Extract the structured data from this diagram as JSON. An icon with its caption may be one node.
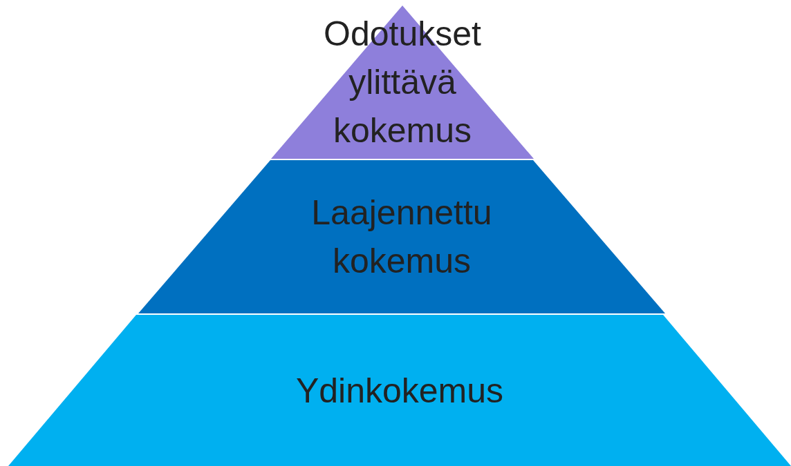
{
  "diagram": {
    "nodes": [
      {
        "text": [
          "Odotukset ylittävä kokemus"
        ]
      },
      {
        "text": [
          "Laajennettu kokemus"
        ]
      },
      {
        "text": [
          "Ydinkokemus"
        ]
      }
    ]
  }
}
